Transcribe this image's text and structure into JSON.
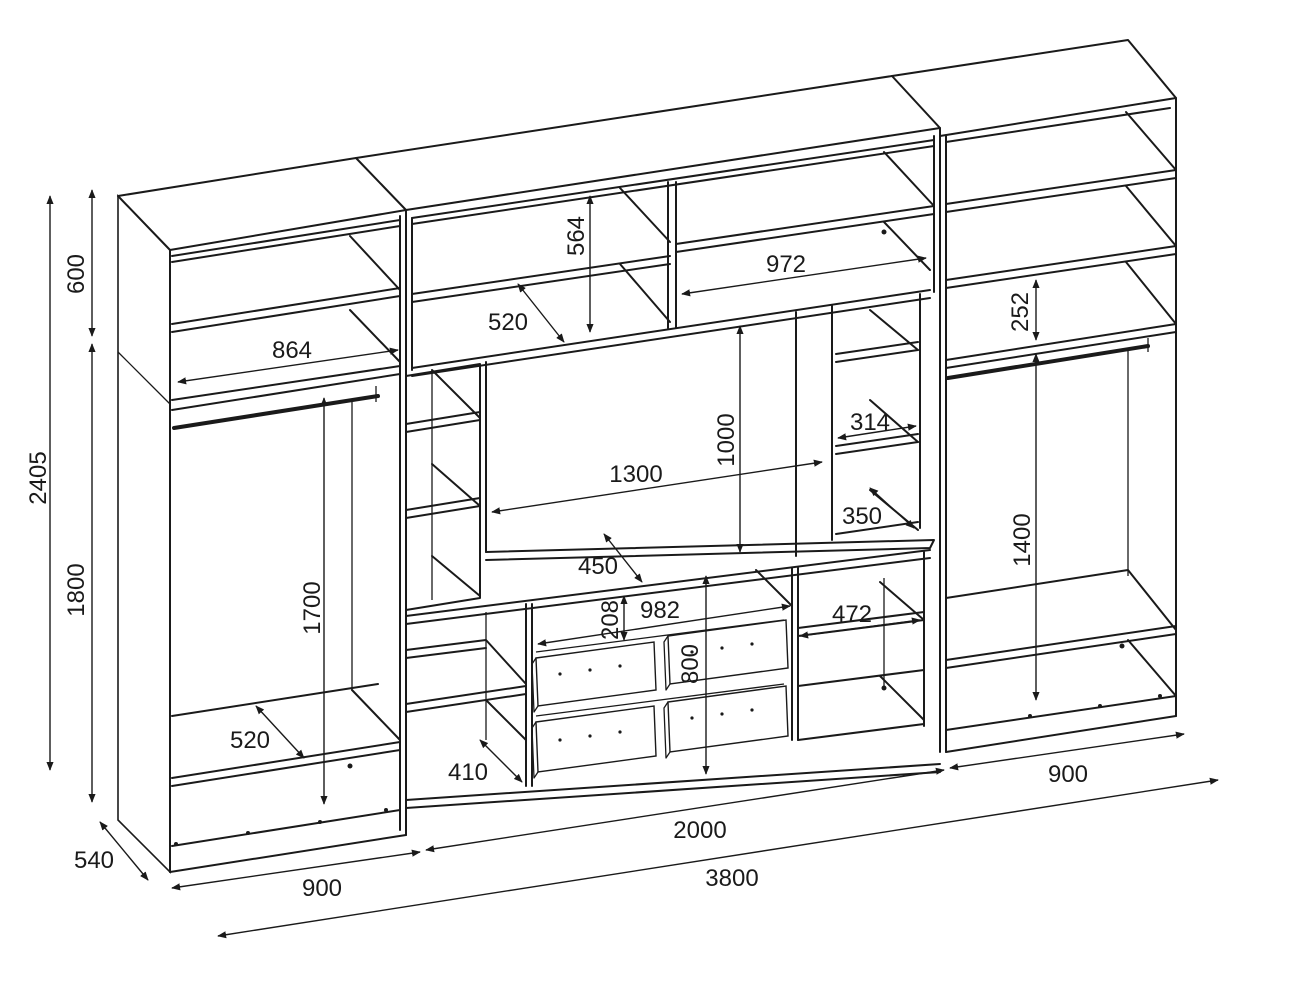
{
  "dimensions": {
    "overall_height": "2405",
    "top_section_height": "600",
    "bottom_section_height": "1800",
    "depth": "540",
    "left_module_width": "900",
    "middle_module_width": "2000",
    "right_module_width": "900",
    "total_width": "3800",
    "left_top_shelf_width": "864",
    "left_rod_height": "1700",
    "left_bottom_shelf_depth": "520",
    "middle_top_depth": "520",
    "middle_top_height": "564",
    "middle_top_right_width": "972",
    "tv_niche_height": "1000",
    "tv_niche_width": "1300",
    "right_column_width": "314",
    "right_column_depth": "350",
    "tv_shelf_depth": "450",
    "drawer_area_width": "982",
    "drawer_gap_height": "208",
    "drawer_stack_height": "800",
    "right_lower_width": "472",
    "left_lower_depth": "410",
    "right_module_top_height": "252",
    "right_rod_height": "1400"
  },
  "colors": {
    "line": "#1a1a1a",
    "background": "#ffffff"
  }
}
